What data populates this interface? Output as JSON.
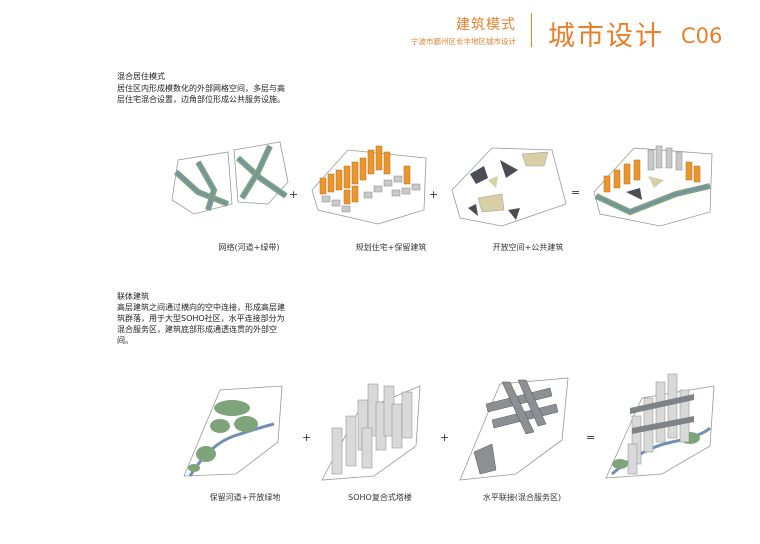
{
  "header": {
    "title": "建筑模式",
    "subtitle": "宁波市鄞州区长丰地区城市设计",
    "main": "城市设计",
    "code": "C06"
  },
  "sections": [
    {
      "title": "混合居住模式",
      "body": "居住区内形成模数化的外部网格空间，多层与高层住宅混合设置，边角部位形成公共服务设施。",
      "captions": [
        "网络(河道+绿带)",
        "规划住宅+保留建筑",
        "开放空间+公共建筑"
      ],
      "operators": [
        "+",
        "+",
        "="
      ]
    },
    {
      "title": "联体建筑",
      "body": "高层建筑之间通过横向的空中连接，形成高层建筑群落，用于大型SOHO社区，水平连接部分为混合服务区，建筑底部形成通透连贯的外部空间。",
      "captions": [
        "保留河道+开放绿地",
        "SOHO复合式塔楼",
        "水平联接(混合服务区)"
      ],
      "operators": [
        "+",
        "+",
        "="
      ]
    }
  ],
  "colors": {
    "accent": "#e87f2a",
    "green": "#7fa37a",
    "water": "#6f8fb4",
    "orange_block": "#e9962e",
    "gray_block": "#c9c9c9",
    "dark": "#4a4d52",
    "beige": "#d8cfa6"
  }
}
